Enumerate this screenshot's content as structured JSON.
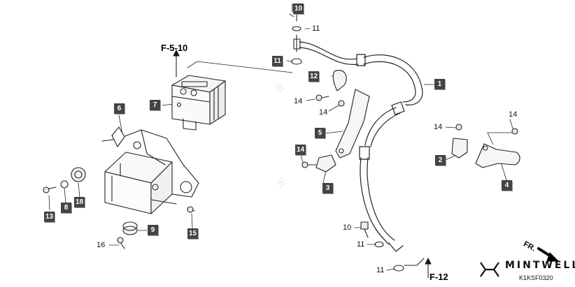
{
  "diagram": {
    "references": {
      "upper": "F-5-10",
      "lower": "F-12"
    },
    "front_mark": "FR.",
    "brand": "MINTWELL",
    "code": "K1KSF0320",
    "callouts": [
      {
        "label": "10",
        "style": "box",
        "part": "bolt-top"
      },
      {
        "label": "11",
        "style": "plain",
        "part": "washer-top-1"
      },
      {
        "label": "11",
        "style": "box",
        "part": "washer-top-2"
      },
      {
        "label": "1",
        "style": "box",
        "part": "brake-hose"
      },
      {
        "label": "12",
        "style": "box",
        "part": "hose-clamp"
      },
      {
        "label": "14",
        "style": "plain",
        "part": "bolt-clamp-1"
      },
      {
        "label": "14",
        "style": "plain",
        "part": "bolt-clamp-2"
      },
      {
        "label": "7",
        "style": "box",
        "part": "abs-modulator"
      },
      {
        "label": "6",
        "style": "box",
        "part": "stay"
      },
      {
        "label": "5",
        "style": "box",
        "part": "bracket"
      },
      {
        "label": "14",
        "style": "box",
        "part": "bolt-bracket-left"
      },
      {
        "label": "3",
        "style": "box",
        "part": "clamp-small"
      },
      {
        "label": "14",
        "style": "plain",
        "part": "bolt-right-1"
      },
      {
        "label": "14",
        "style": "plain",
        "part": "bolt-right-2"
      },
      {
        "label": "2",
        "style": "box",
        "part": "clamp-right"
      },
      {
        "label": "4",
        "style": "box",
        "part": "bracket-right"
      },
      {
        "label": "13",
        "style": "box",
        "part": "bolt-left"
      },
      {
        "label": "8",
        "style": "box",
        "part": "collar"
      },
      {
        "label": "18",
        "style": "box",
        "part": "rubber-mount-left"
      },
      {
        "label": "9",
        "style": "box",
        "part": "rubber-mount-bottom"
      },
      {
        "label": "16",
        "style": "plain",
        "part": "bolt-bottom"
      },
      {
        "label": "15",
        "style": "box",
        "part": "bolt-case"
      },
      {
        "label": "10",
        "style": "plain",
        "part": "bolt-lower"
      },
      {
        "label": "11",
        "style": "plain",
        "part": "washer-lower-1"
      },
      {
        "label": "11",
        "style": "plain",
        "part": "washer-lower-2"
      }
    ]
  }
}
